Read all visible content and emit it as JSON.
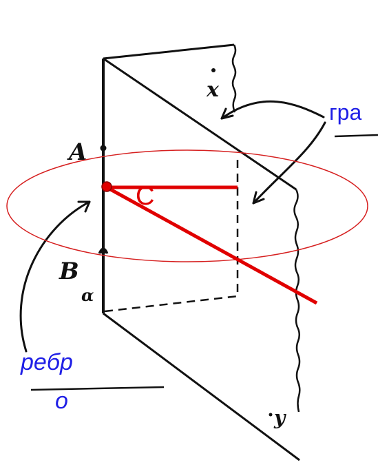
{
  "labels": {
    "point_a": "A",
    "point_b": "B",
    "alpha": "α",
    "point_x": "x",
    "point_y": "y",
    "edge_line1": "ребр",
    "edge_line2": "о",
    "face_partial": "гра",
    "point_c": "C"
  },
  "colors": {
    "ink": "#111111",
    "annotation": "#1f1fe6",
    "highlight": "#e00000",
    "ellipse": "#d62020"
  }
}
